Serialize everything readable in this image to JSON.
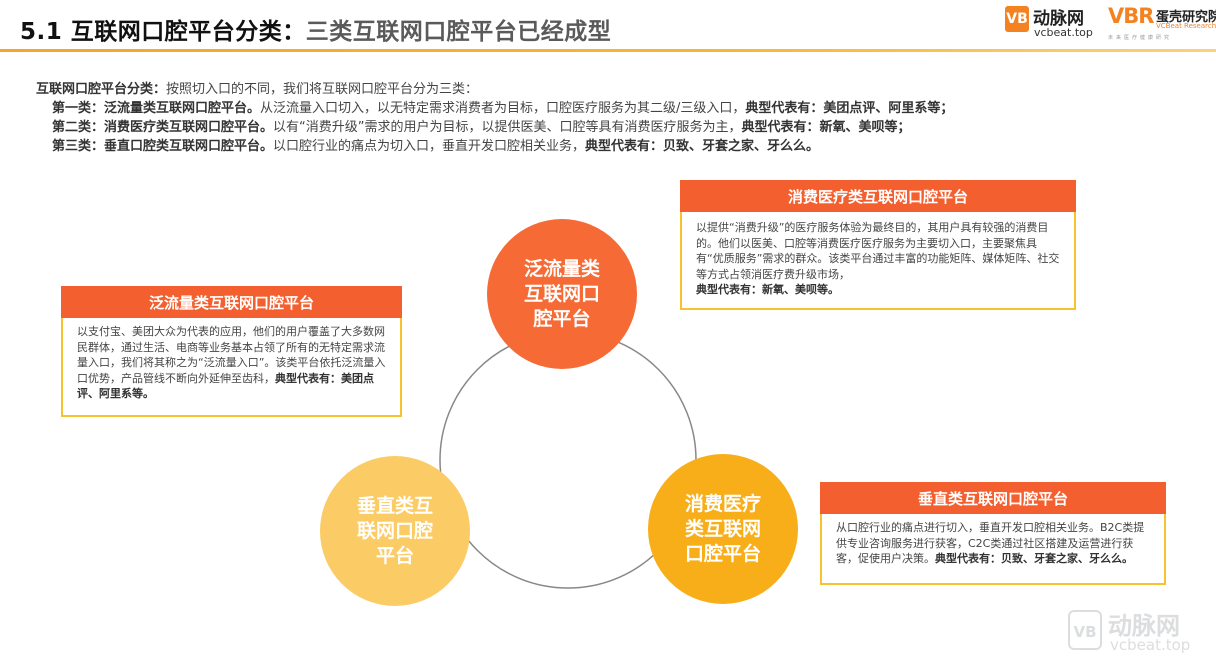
{
  "header": {
    "title_prefix": "5.1 互联网口腔平台分类：",
    "title_suffix": "三类互联网口腔平台已经成型",
    "logo_vcbeat": {
      "mark": "VB",
      "name": "动脉网",
      "url": "vcbeat.top"
    },
    "logo_vbr": {
      "mark": "VBR",
      "name": "蛋壳研究院",
      "en": "VCBeat Research",
      "tag": "未来医疗健康研究"
    }
  },
  "intro": {
    "lead_label": "互联网口腔平台分类：",
    "lead_text": "按照切入口的不同，我们将互联网口腔平台分为三类：",
    "items": [
      {
        "label": "第一类：泛流量类互联网口腔平台。",
        "text": "从泛流量入口切入，以无特定需求消费者为目标，口腔医疗服务为其二级/三级入口，",
        "rep_label": "典型代表有：美团点评、阿里系等；"
      },
      {
        "label": "第二类：消费医疗类互联网口腔平台。",
        "text": "以有“消费升级”需求的用户为目标，以提供医美、口腔等具有消费医疗服务为主，",
        "rep_label": "典型代表有：新氧、美呗等；"
      },
      {
        "label": "第三类：垂直口腔类互联网口腔平台。",
        "text": "以口腔行业的痛点为切入口，垂直开发口腔相关业务，",
        "rep_label": "典型代表有：贝致、牙套之家、牙么么。"
      }
    ]
  },
  "bubbles": {
    "top": "泛流量类互联网口腔平台",
    "left": "垂直类互联网口腔平台",
    "right": "消费医疗类互联网口腔平台"
  },
  "cards": {
    "left": {
      "title": "泛流量类互联网口腔平台",
      "text": "以支付宝、美团大众为代表的应用，他们的用户覆盖了大多数网民群体，通过生活、电商等业务基本占领了所有的无特定需求流量入口，我们将其称之为“泛流量入口”。该类平台依托泛流量入口优势，产品管线不断向外延伸至齿科，",
      "rep": "典型代表有：美团点评、阿里系等。"
    },
    "top_right": {
      "title": "消费医疗类互联网口腔平台",
      "text": "以提供“消费升级”的医疗服务体验为最终目的，其用户具有较强的消费目的。他们以医美、口腔等消费医疗医疗服务为主要切入口，主要聚焦具有“优质服务”需求的群众。该类平台通过丰富的功能矩阵、媒体矩阵、社交等方式占领消医疗费升级市场，",
      "rep": "典型代表有：新氧、美呗等。"
    },
    "bottom_right": {
      "title": "垂直类互联网口腔平台",
      "text": "从口腔行业的痛点进行切入，垂直开发口腔相关业务。B2C类提供专业咨询服务进行获客，C2C类通过社区搭建及运营进行获客，促使用户决策。",
      "rep": "典型代表有：贝致、牙套之家、牙么么。"
    }
  },
  "watermark": {
    "mark": "VB",
    "name": "动脉网",
    "url": "vcbeat.top"
  },
  "colors": {
    "accent_red": "#f35f2f",
    "accent_yellow": "#f7c22b",
    "bubble_orange": "#f7ae19",
    "bubble_light": "#fbcb65"
  }
}
